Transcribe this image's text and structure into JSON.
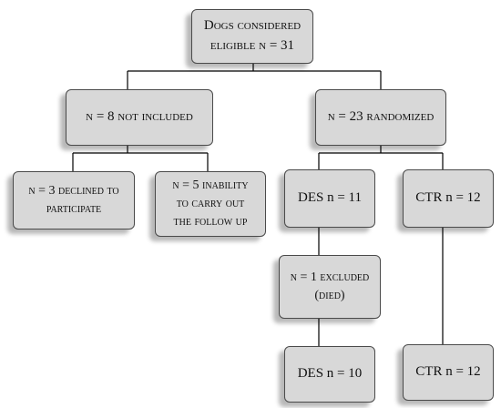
{
  "diagram": {
    "nodes": {
      "eligible": "Dogs considered\neligible n = 31",
      "not_included": "n = 8 not included",
      "randomized": "n = 23 randomized",
      "declined": "n = 3 declined to\nparticipate",
      "inability": "n = 5 inability\nto carry out\nthe follow up",
      "des_start": "DES n = 11",
      "ctr_start": "CTR n = 12",
      "excluded": "n = 1 excluded\n(died)",
      "des_end": "DES n = 10",
      "ctr_end": "CTR n = 12"
    },
    "connector_color": "#000000"
  }
}
